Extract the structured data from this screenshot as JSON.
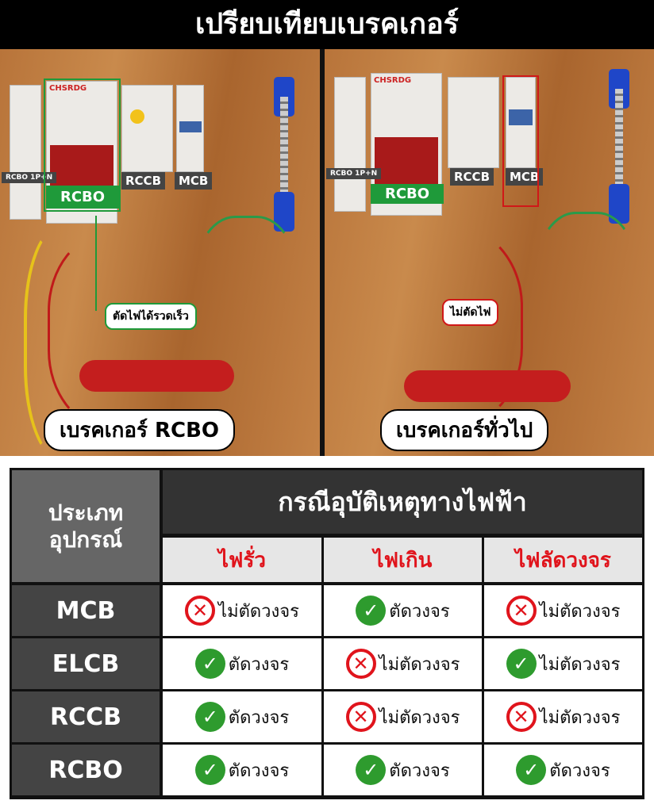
{
  "title": "เปรียบเทียบเบรคเกอร์",
  "left_photo": {
    "labels": [
      "RCBO 1P+N",
      "RCBO",
      "RCCB",
      "MCB"
    ],
    "brand": "CHSRDG",
    "callout": "ตัดไฟได้รวดเร็ว",
    "caption": "เบรคเกอร์ RCBO"
  },
  "right_photo": {
    "labels": [
      "RCBO 1P+N",
      "RCBO",
      "RCCB",
      "MCB"
    ],
    "brand": "CHSRDG",
    "callout": "ไม่ตัดไฟ",
    "caption": "เบรคเกอร์ทั่วไป"
  },
  "table": {
    "corner": "ประเภท อุปกรณ์",
    "group_header": "กรณีอุบัติเหตุทางไฟฟ้า",
    "columns": [
      "ไฟรั่ว",
      "ไฟเกิน",
      "ไฟลัดวงจร"
    ],
    "rows": [
      {
        "device": "MCB",
        "cells": [
          {
            "status": "no",
            "text": "ไม่ตัดวงจร"
          },
          {
            "status": "ok",
            "text": "ตัดวงจร"
          },
          {
            "status": "no",
            "text": "ไม่ตัดวงจร"
          }
        ]
      },
      {
        "device": "ELCB",
        "cells": [
          {
            "status": "ok",
            "text": "ตัดวงจร"
          },
          {
            "status": "no",
            "text": "ไม่ตัดวงจร"
          },
          {
            "status": "ok",
            "text": "ไม่ตัดวงจร"
          }
        ]
      },
      {
        "device": "RCCB",
        "cells": [
          {
            "status": "ok",
            "text": "ตัดวงจร"
          },
          {
            "status": "no",
            "text": "ไม่ตัดวงจร"
          },
          {
            "status": "no",
            "text": "ไม่ตัดวงจร"
          }
        ]
      },
      {
        "device": "RCBO",
        "cells": [
          {
            "status": "ok",
            "text": "ตัดวงจร"
          },
          {
            "status": "ok",
            "text": "ตัดวงจร"
          },
          {
            "status": "ok",
            "text": "ตัดวงจร"
          }
        ]
      }
    ]
  },
  "colors": {
    "ok": "#2e9b2e",
    "no": "#e0141c",
    "rcbo_label": "#1f9a3a"
  }
}
